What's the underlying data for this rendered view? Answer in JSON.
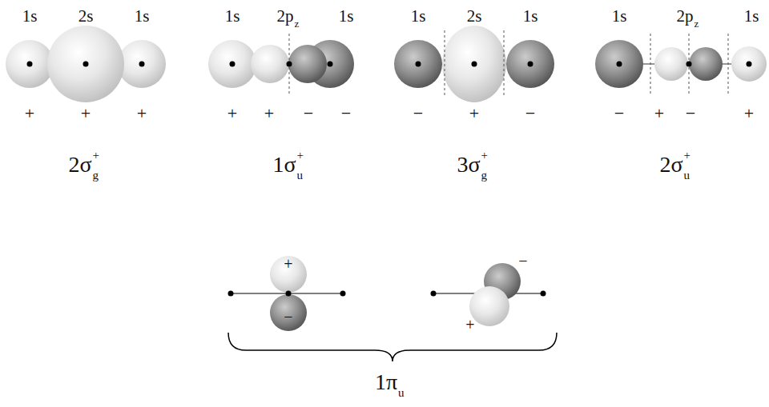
{
  "diagram": {
    "labels": [
      "1s",
      "2s",
      "1s",
      "+",
      "+",
      "+",
      "2σ",
      "g",
      "+",
      "1s",
      "2p",
      "z",
      "1s",
      "+",
      "+",
      "−",
      "−",
      "1σ",
      "u",
      "+",
      "1s",
      "2s",
      "1s",
      "−",
      "+",
      "−",
      "3σ",
      "g",
      "+",
      "1s",
      "2p",
      "z",
      "1s",
      "−",
      "+",
      "−",
      "+",
      "2σ",
      "u",
      "+",
      "+",
      "−",
      "−",
      "+",
      "1π",
      "u"
    ]
  }
}
